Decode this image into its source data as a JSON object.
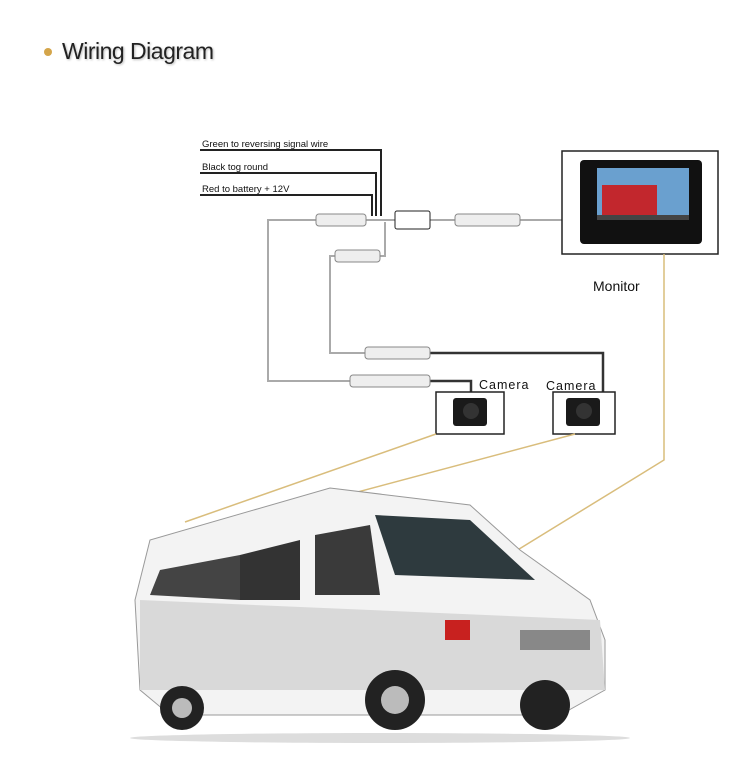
{
  "header": {
    "title": "Wiring Diagram",
    "bullet_color": "#d4a54a"
  },
  "wires": {
    "green": "Green to reversing signal wire",
    "black": "Black tog round",
    "red": "Red to battery + 12V"
  },
  "devices": {
    "monitor": "Monitor",
    "camera_1": "Camera",
    "camera_2": "Camera"
  },
  "colors": {
    "leader_line": "#d9bd7c",
    "cable": "#333333"
  }
}
